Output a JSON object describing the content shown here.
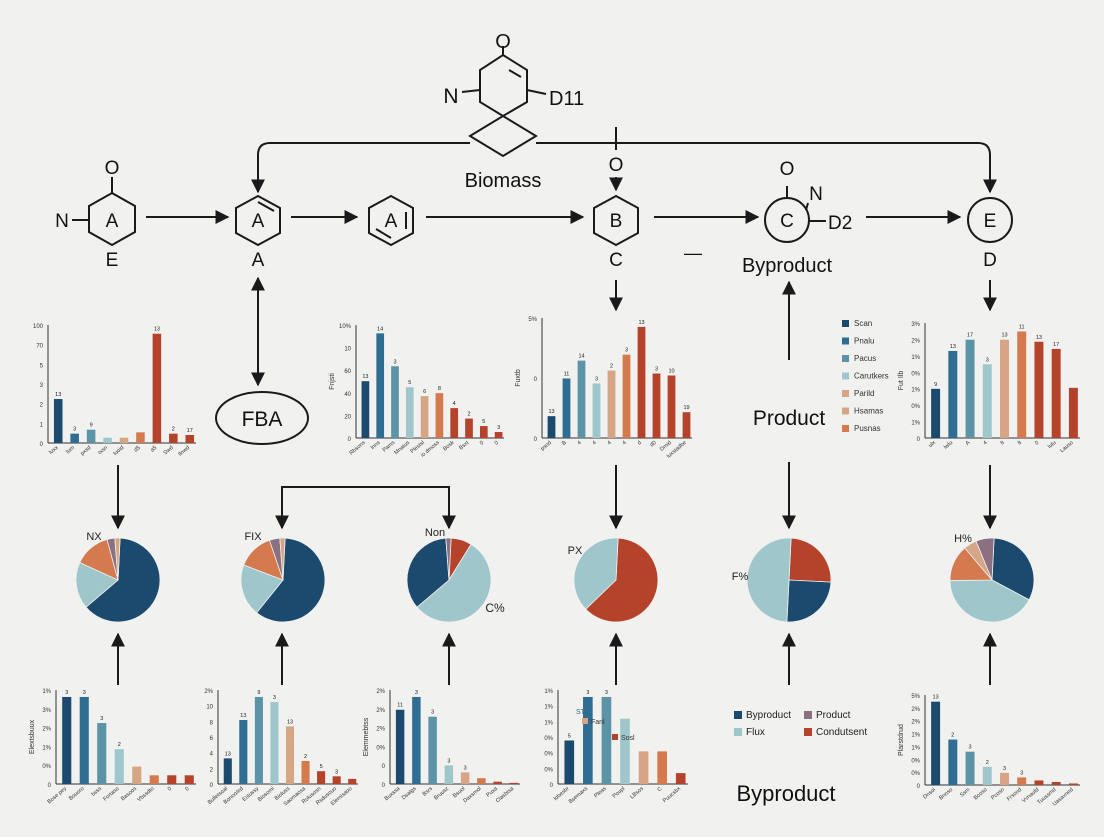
{
  "palette": {
    "navy": "#1b4a6e",
    "blue": "#2f6e92",
    "teal": "#5c93a6",
    "lightblue": "#9ec6cb",
    "peach": "#d6a585",
    "orange": "#d47a4e",
    "red": "#b5432c",
    "mauve": "#8a7080",
    "line": "#1a1a1a"
  },
  "diagram": {
    "top_molecule": {
      "n_label": "N",
      "o_label": "O",
      "d_label": "D11",
      "caption": "Biomass"
    },
    "nodes": [
      {
        "id": "node1",
        "ring_label": "A",
        "top": "O",
        "left": "N",
        "bottom": "E"
      },
      {
        "id": "node2",
        "ring_label": "A",
        "bottom": "A"
      },
      {
        "id": "node3",
        "ring_label": "A"
      },
      {
        "id": "node4",
        "ring_label": "B",
        "top": "O",
        "bottom": "C"
      },
      {
        "id": "node5",
        "ring_label": "C",
        "top": "O",
        "right_n": "N",
        "right_d": "D2",
        "bottom": "Byproduct"
      },
      {
        "id": "node6",
        "ring_label": "E",
        "bottom": "D"
      }
    ],
    "labels": {
      "fba": "FBA",
      "product": "Product",
      "byproduct_bottom": "Byproduct",
      "dash": "—"
    }
  },
  "chart_data": [
    {
      "type": "bar",
      "id": "bar-r1-1",
      "y_ticks": [
        "100",
        "70",
        "5",
        "3",
        "2",
        "1",
        "0"
      ],
      "values": [
        33,
        7,
        10,
        4,
        4,
        8,
        82,
        7,
        6
      ],
      "value_labels": [
        "13",
        "3",
        "9",
        "",
        "",
        "",
        "13",
        "2",
        "17"
      ],
      "categories": [
        "luxx",
        "lum",
        "pxsd",
        "txsn",
        "luoid",
        "d5",
        "a5",
        "Swd",
        "llnwd"
      ]
    },
    {
      "type": "bar",
      "id": "bar-r1-2",
      "y_ticks": [
        "10%",
        "10",
        "60",
        "40",
        "20",
        "0"
      ],
      "ylabel": "Fnjsti",
      "values": [
        38,
        70,
        48,
        34,
        28,
        30,
        20,
        13,
        8,
        4
      ],
      "value_labels": [
        "13",
        "14",
        "3",
        "5",
        "6",
        "8",
        "4",
        "2",
        "5",
        "3"
      ],
      "categories": [
        "Rbsons",
        "lnns",
        "Pams",
        "Mnatus",
        "Plestsl",
        "io dmoss",
        "Bosk",
        "Bsxt",
        "0",
        "0"
      ]
    },
    {
      "type": "bar",
      "id": "bar-r1-3",
      "y_ticks": [
        "5%",
        "0",
        "0"
      ],
      "ylabel": "Fuxtb",
      "values": [
        22,
        60,
        78,
        55,
        68,
        84,
        112,
        65,
        63,
        26
      ],
      "value_labels": [
        "13",
        "11",
        "14",
        "3",
        "2",
        "3",
        "13",
        "3",
        "10",
        "19"
      ],
      "categories": [
        "psod",
        "B",
        "4",
        "4",
        "4",
        "4",
        "d",
        "d0",
        "Dmid",
        "luxstadbe"
      ]
    },
    {
      "type": "bar",
      "id": "bar-r1-4",
      "y_ticks": [
        "3%",
        "2%",
        "1%",
        "0%",
        "1%",
        "0%",
        "1%",
        "0"
      ],
      "ylabel": "Fut Ilb",
      "values": [
        48,
        85,
        96,
        72,
        96,
        104,
        94,
        87,
        49
      ],
      "value_labels": [
        "9",
        "13",
        "17",
        "3",
        "13",
        "11",
        "13",
        "17",
        ""
      ],
      "categories": [
        "ulx",
        "lwlu",
        "A",
        "4",
        "8",
        "8",
        "0",
        "lulu",
        "Lauso"
      ]
    },
    {
      "type": "pie",
      "id": "pie-1",
      "label": "NX",
      "values": [
        63,
        18,
        14,
        3,
        2
      ]
    },
    {
      "type": "pie",
      "id": "pie-2",
      "label": "FIX",
      "values": [
        60,
        20,
        14,
        4,
        2
      ]
    },
    {
      "type": "pie",
      "id": "pie-3",
      "label": "Non",
      "side_label": "C%",
      "values": [
        8,
        55,
        35,
        2
      ]
    },
    {
      "type": "pie",
      "id": "pie-4",
      "label": "PX",
      "values": [
        62,
        38
      ]
    },
    {
      "type": "pie",
      "id": "pie-5",
      "label": "F%",
      "values": [
        25,
        25,
        50
      ]
    },
    {
      "type": "pie",
      "id": "pie-6",
      "label": "H%",
      "values": [
        32,
        42,
        14,
        5,
        7
      ]
    },
    {
      "type": "bar",
      "id": "bar-r2-1",
      "y_ticks": [
        "1%",
        "3%",
        "2%",
        "1%",
        "0%",
        "0"
      ],
      "ylabel": "Elextsbuux",
      "values": [
        10,
        10,
        7,
        4,
        2,
        1,
        1,
        1
      ],
      "value_labels": [
        "3",
        "3",
        "3",
        "2",
        "",
        "",
        "",
        ""
      ],
      "categories": [
        "Bose pey",
        "Bouoro",
        "bsss",
        "Fortaso",
        "Basoos",
        "Vbssdto",
        "0",
        "0"
      ]
    },
    {
      "type": "bar",
      "id": "bar-r2-2",
      "y_ticks": [
        "2%",
        "10",
        "8",
        "6",
        "4",
        "2",
        "0"
      ],
      "values": [
        20,
        50,
        68,
        64,
        45,
        18,
        10,
        6,
        4
      ],
      "value_labels": [
        "13",
        "13",
        "9",
        "3",
        "13",
        "2",
        "5",
        "3",
        ""
      ],
      "categories": [
        "Bulletsoal",
        "Bonoo/ed",
        "Estussy",
        "Biosomi",
        "Bioluss",
        "Saomaosa",
        "Rolusosn",
        "Rsdusouo",
        "Elemisaoo"
      ]
    },
    {
      "type": "bar",
      "id": "bar-r2-3",
      "y_ticks": [
        "2%",
        "2%",
        "2%",
        "0%",
        "0",
        "0"
      ],
      "ylabel": "Elemmebtss",
      "values": [
        64,
        75,
        58,
        16,
        10,
        5,
        2,
        1
      ],
      "value_labels": [
        "11",
        "3",
        "3",
        "3",
        "3",
        "",
        "",
        ""
      ],
      "categories": [
        "Buxssa",
        "Dsalgs",
        "Bsrs",
        "Bruusz",
        "Bsuol",
        "Daxsmol",
        "Puxa",
        "Clasbtsa"
      ]
    },
    {
      "type": "bar",
      "id": "bar-r2-4",
      "y_ticks": [
        "1%",
        "1%",
        "1%",
        "0%",
        "0%",
        "0%",
        "0"
      ],
      "values": [
        4,
        8,
        8,
        6,
        3,
        3,
        1
      ],
      "value_labels": [
        "5",
        "3",
        "3",
        "",
        "",
        "",
        ""
      ],
      "categories": [
        "lobesbr",
        "Bsemaxs",
        "Pleas",
        "Poupl",
        "LBsos",
        "C",
        "Puucsbx"
      ],
      "legend": [
        {
          "label": "Fanl",
          "color": "#d6a585"
        },
        {
          "label": "Sosl",
          "color": "#b5432c"
        }
      ],
      "legend_title": "ST"
    },
    {
      "type": "bar",
      "id": "bar-r2-5",
      "y_ticks": [
        "5%",
        "2%",
        "2%",
        "1%",
        "1%",
        "0%",
        "0%",
        "0"
      ],
      "ylabel": "Plarstdrud",
      "values": [
        55,
        30,
        22,
        12,
        8,
        5,
        3,
        2,
        1
      ],
      "value_labels": [
        "13",
        "2",
        "3",
        "2",
        "3",
        "3",
        "",
        "",
        ""
      ],
      "categories": [
        "Dnsoi",
        "Bnnso",
        "Ssm",
        "Bcoso",
        "Pcosn",
        "Frsond",
        "Vvnauld",
        "Tuussmd",
        "Uasavned"
      ]
    }
  ],
  "legends": {
    "right_top": [
      "Scan",
      "Pnalu",
      "Pacus",
      "Carutkers",
      "Parild",
      "Hsamas",
      "Pusnas"
    ],
    "bottom_legend": [
      {
        "label": "Byproduct",
        "color": "#1b4a6e"
      },
      {
        "label": "Product",
        "color": "#8a7080"
      },
      {
        "label": "Flux",
        "color": "#9ec6cb"
      },
      {
        "label": "Condutsent",
        "color": "#b5432c"
      }
    ]
  }
}
